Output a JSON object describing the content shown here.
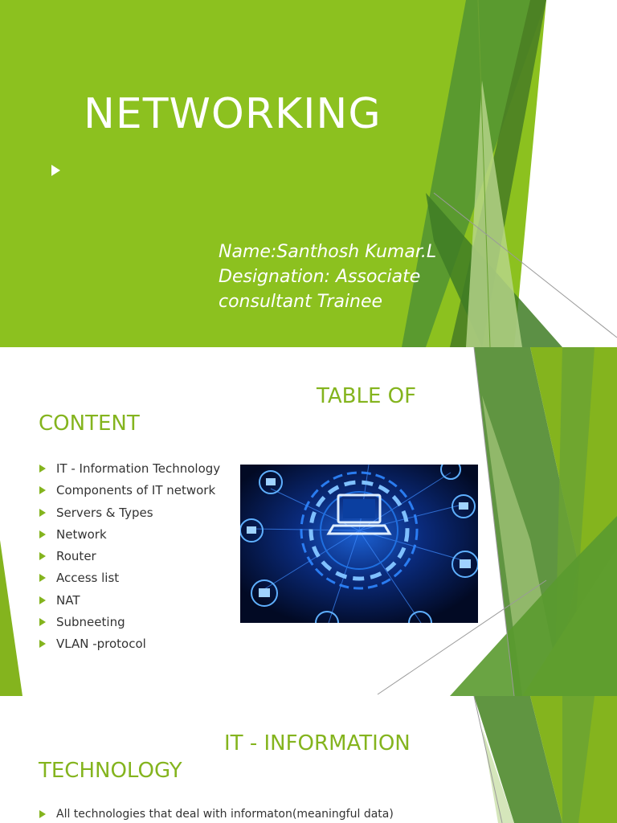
{
  "slide1": {
    "title": "NETWORKING",
    "info": [
      "Name:Santhosh Kumar.L",
      "Designation: Associate",
      "consultant Trainee"
    ]
  },
  "slide2": {
    "heading_line1": "TABLE OF",
    "heading_line2": "CONTENT",
    "items": [
      "IT - Information Technology",
      "Components of IT network",
      "Servers & Types",
      "Network",
      "Router",
      "Access list",
      "NAT",
      "Subneeting",
      "VLAN -protocol"
    ],
    "image_icon": "network-laptop-image"
  },
  "slide3": {
    "heading_line1": "IT - INFORMATION",
    "heading_line2": "TECHNOLOGY",
    "items": [
      "All technologies that deal with informaton(meaningful data)"
    ]
  },
  "colors": {
    "title_green": "#8cc11f",
    "heading_green": "#84b41e",
    "dark_green": "#4f8a2c",
    "text_gray": "#333333"
  }
}
